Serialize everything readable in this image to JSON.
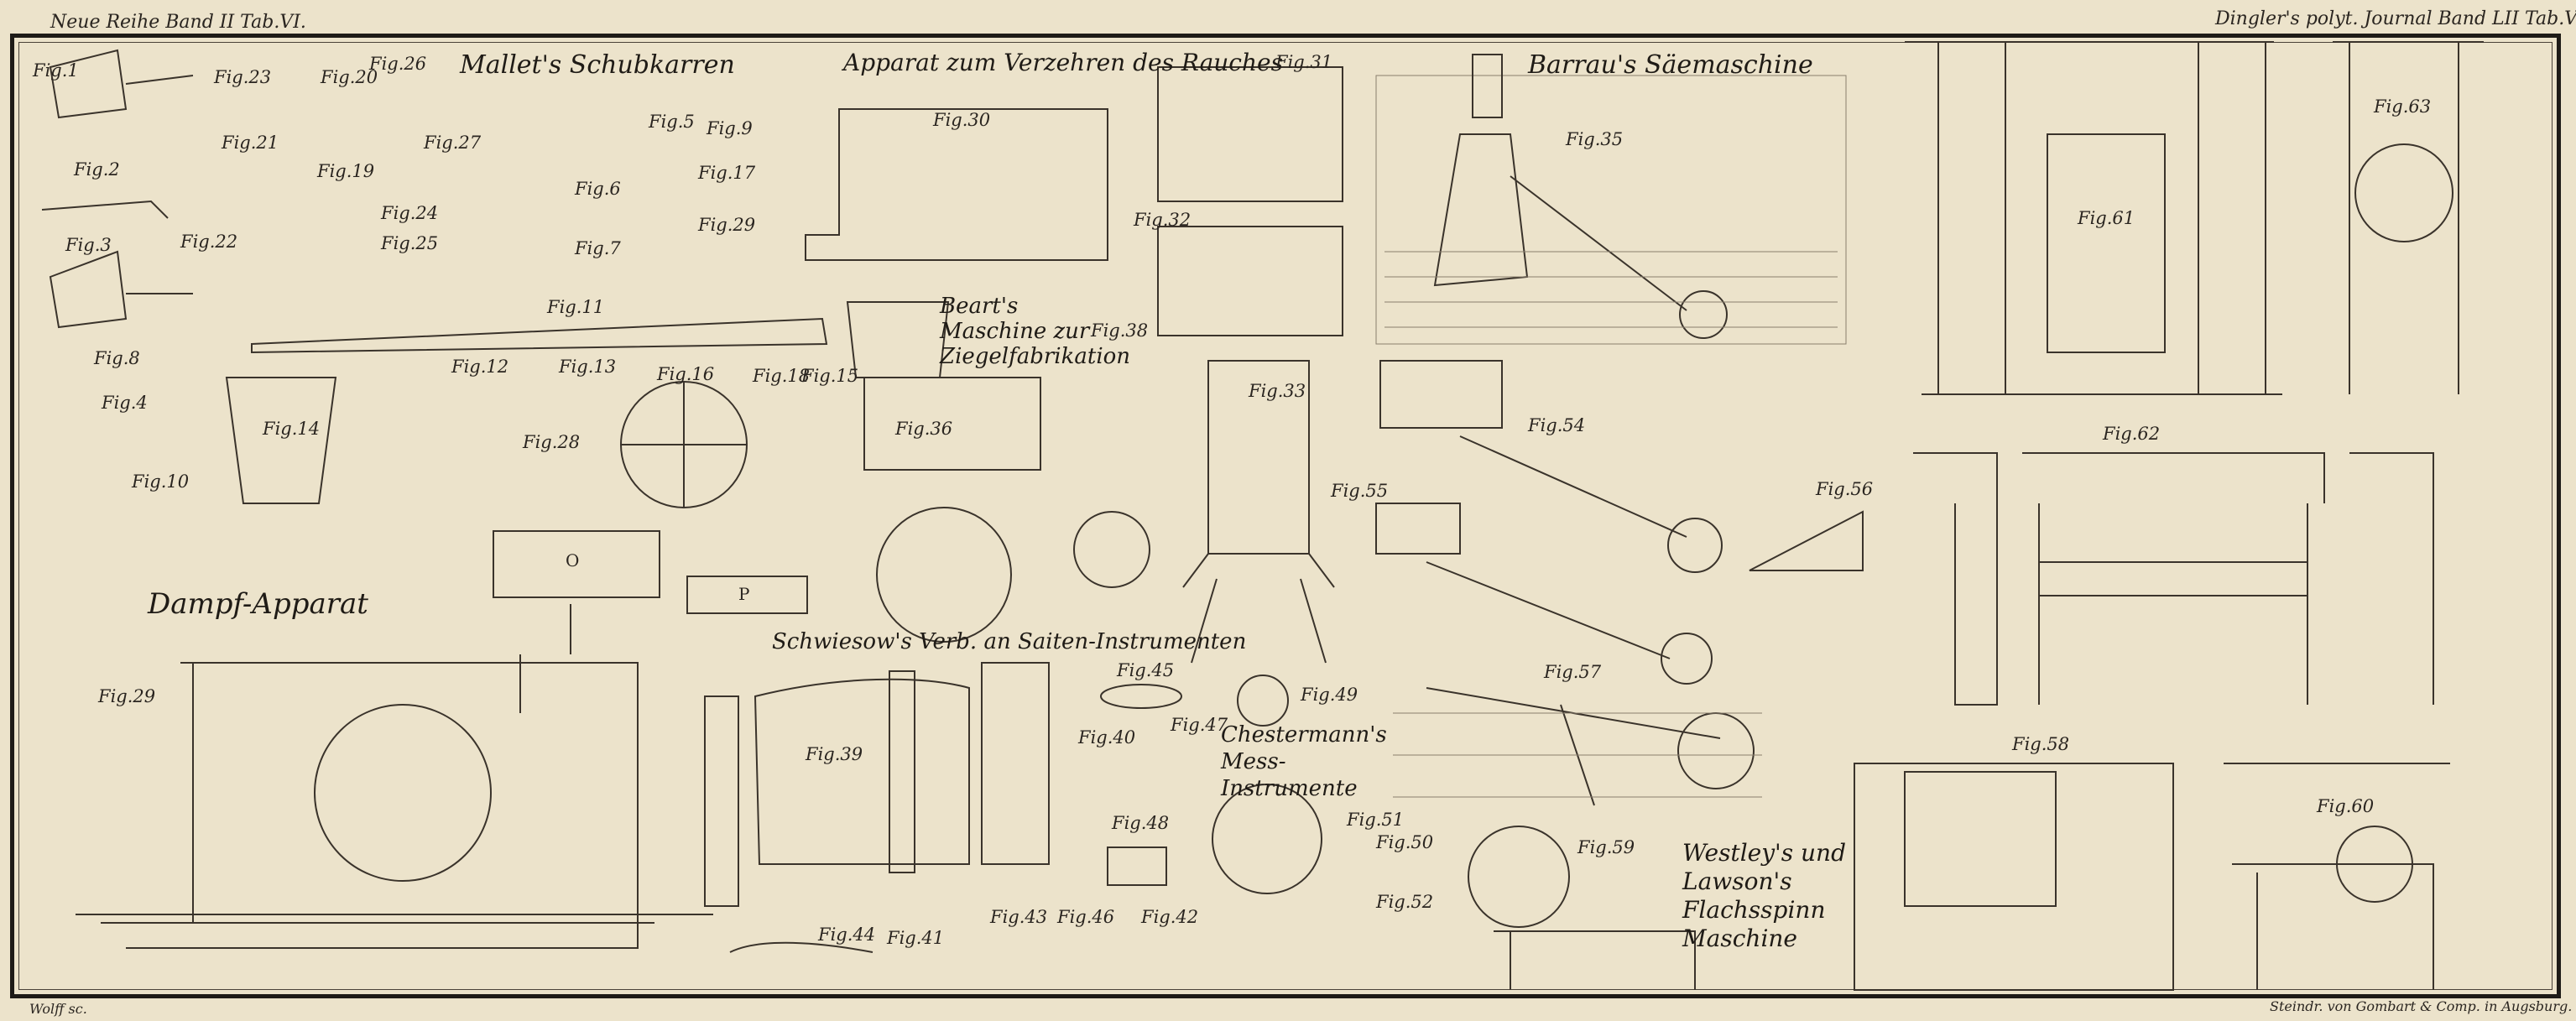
{
  "header": {
    "left": "Neue Reihe Band II Tab.VI.",
    "right": "Dingler's polyt. Journal Band LII Tab.VI."
  },
  "footer": {
    "engraver": "Wolff sc.",
    "printer": "Steindr. von Gombart & Comp. in Augsburg."
  },
  "titles": {
    "mallet": "Mallet's Schubkarren",
    "rauch": "Apparat zum Verzehren des Rauches",
    "barrau": "Barrau's Säemaschine",
    "beart": "Beart's Maschine zur Ziegelfabrikation",
    "dampf": "Dampf-Apparat",
    "schwiesow": "Schwiesow's Verb. an Saiten-Instrumenten",
    "chesterman": "Chestermann's Mess-Instrumente",
    "westley": "Westley's und Lawson's Flachsspinn Maschine"
  },
  "figures": [
    "Fig.1",
    "Fig.23",
    "Fig.20",
    "Fig.26",
    "Fig.21",
    "Fig.19",
    "Fig.2",
    "Fig.3",
    "Fig.22",
    "Fig.24",
    "Fig.25",
    "Fig.27",
    "Fig.5",
    "Fig.9",
    "Fig.6",
    "Fig.17",
    "Fig.7",
    "Fig.29",
    "Fig.8",
    "Fig.4",
    "Fig.10",
    "Fig.11",
    "Fig.12",
    "Fig.13",
    "Fig.14",
    "Fig.28",
    "Fig.16",
    "Fig.18",
    "Fig.15",
    "Fig.30",
    "Fig.31",
    "Fig.32",
    "Fig.38",
    "Fig.36",
    "Fig.33",
    "Fig.35",
    "Fig.54",
    "Fig.55",
    "Fig.56",
    "Fig.57",
    "Fig.61",
    "Fig.63",
    "Fig.62",
    "Fig.58",
    "Fig.60",
    "Fig.59",
    "Fig.29",
    "Fig.39",
    "Fig.40",
    "Fig.45",
    "Fig.47",
    "Fig.49",
    "Fig.48",
    "Fig.51",
    "Fig.50",
    "Fig.52",
    "Fig.44",
    "Fig.41",
    "Fig.43",
    "Fig.46",
    "Fig.42"
  ],
  "labels": {
    "O": "O",
    "P": "P"
  }
}
